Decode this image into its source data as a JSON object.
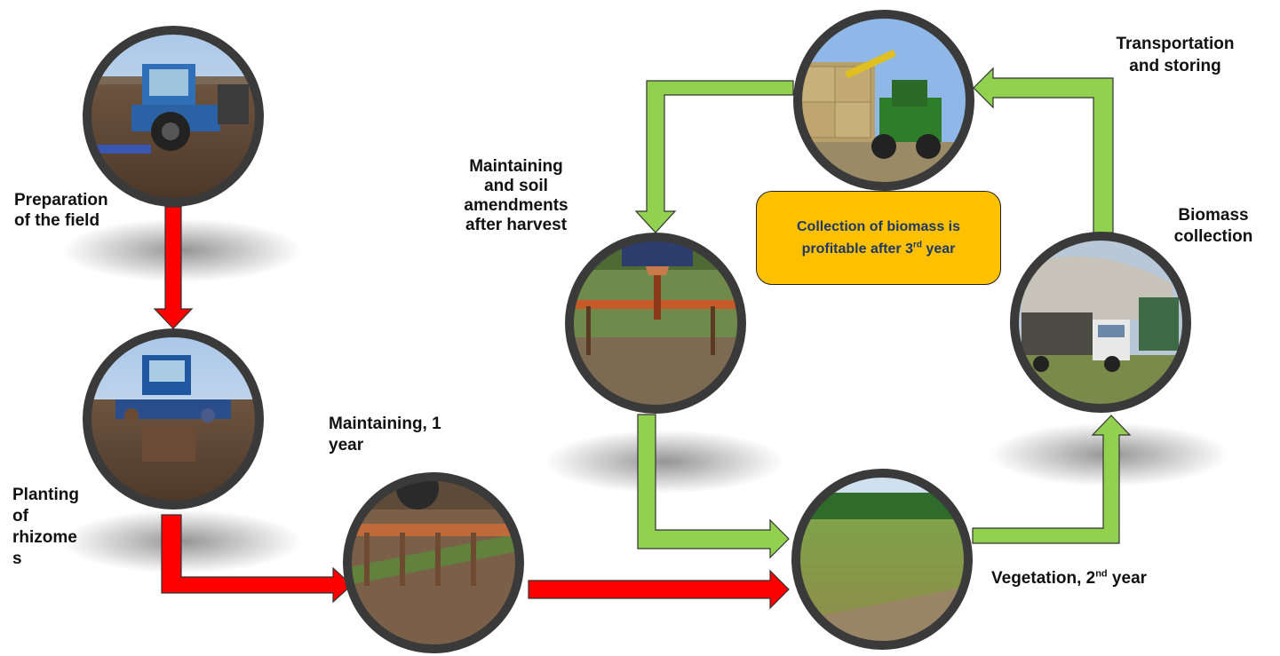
{
  "colors": {
    "red_arrow": "#ff0000",
    "green_arrow": "#92d050",
    "note_fill": "#ffc000",
    "note_text": "#1f3864",
    "circle_border": "#3a3a3a"
  },
  "steps": [
    {
      "id": "preparation",
      "label_lines": [
        "Preparation",
        "of the field"
      ],
      "photo": "tractor-tilling-field"
    },
    {
      "id": "planting",
      "label_lines": [
        "Planting",
        "of",
        "rhizome",
        "s"
      ],
      "photo": "tractor-with-planter"
    },
    {
      "id": "maintaining-1",
      "label_lines": [
        "Maintaining, 1",
        "year"
      ],
      "photo": "cultivator-in-rows"
    },
    {
      "id": "vegetation",
      "label_main": "Vegetation, 2",
      "label_sup": "nd",
      "label_tail": " year",
      "photo": "tall-miscanthus-grass"
    },
    {
      "id": "maintaining-after-harvest",
      "label_lines": [
        "Maintaining",
        "and soil",
        "amendments",
        "after harvest"
      ],
      "photo": "fertilizer-spreader"
    },
    {
      "id": "biomass-collection",
      "label_lines": [
        "Biomass",
        "collection"
      ],
      "photo": "harvester-and-truck"
    },
    {
      "id": "transportation",
      "label_lines": [
        "Transportation",
        "and storing"
      ],
      "photo": "loader-stacking-bales"
    }
  ],
  "note": {
    "line1": "Collection of biomass is",
    "line2_main": "profitable after 3",
    "line2_sup": "rd",
    "line2_tail": " year"
  }
}
